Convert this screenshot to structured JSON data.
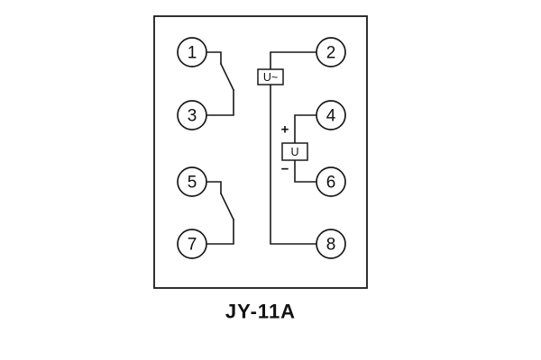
{
  "diagram": {
    "title": "JY-11A",
    "terminals": [
      {
        "label": "1"
      },
      {
        "label": "2"
      },
      {
        "label": "3"
      },
      {
        "label": "4"
      },
      {
        "label": "5"
      },
      {
        "label": "6"
      },
      {
        "label": "7"
      },
      {
        "label": "8"
      }
    ],
    "components": {
      "ac_voltage_label": "U~",
      "dc_voltage_label": "U",
      "polarity_plus": "+",
      "polarity_minus": "−"
    },
    "colors": {
      "line": "#1a1a1a",
      "background": "#ffffff"
    }
  }
}
